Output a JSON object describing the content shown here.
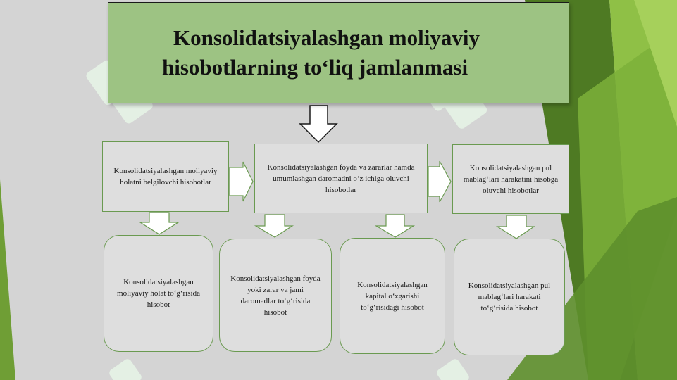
{
  "title": {
    "line1": "Konsolidatsiyalashgan moliyaviy",
    "line2": "hisobotlarning to‘liq jamlanmasi"
  },
  "top_boxes": [
    "Konsolidatsiyalashgan moliyaviy holatni belgilovchi hisobotlar",
    "Konsolidatsiyalashgan foyda  va zararlar hamda umumlashgan daromadni o‘z ichiga oluvchi hisobotlar",
    "Konsolidatsiyalashgan pul mablag‘lari harakatini hisobga oluvchi hisobotlar"
  ],
  "bottom_boxes": [
    "Konsolidatsiyalashgan moliyaviy holat to‘g‘risida hisobot",
    "Konsolidatsiyalashgan foyda yoki zarar va jami daromadlar to‘g‘risida hisobot",
    "Konsolidatsiyalashgan kapital o‘zgarishi to‘g‘risidagi hisobot",
    "Konsolidatsiyalashgan pul mablag‘lari harakati to‘g‘risida hisobot"
  ],
  "colors": {
    "title_fill": "#9dc383",
    "box_border": "#6a9a50",
    "green_dark": "#4e7a23",
    "green_light": "#8fc046",
    "watermark": "#e6f3e6"
  }
}
